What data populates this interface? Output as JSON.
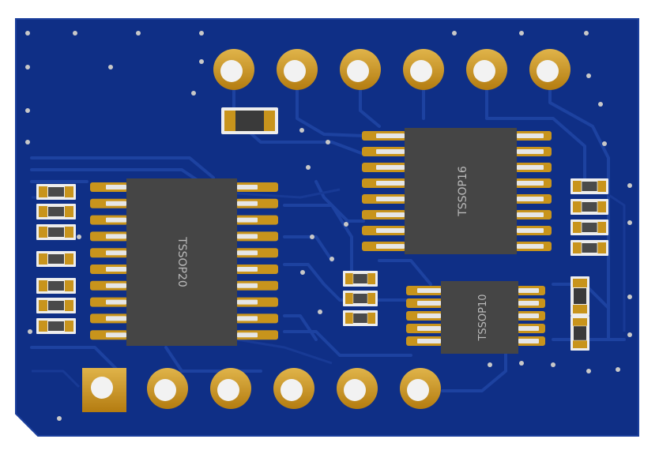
{
  "colors": {
    "background": "#ffffff",
    "board": "#0f2f86",
    "board_edge": "#1b3f9c",
    "trace": "#1c3f9d",
    "copper": "#c8941c",
    "drill": "#f2f2f2",
    "ic_body": "#454545",
    "silk": "#e8e8e8"
  },
  "chips": [
    {
      "label": "TSSOP20"
    },
    {
      "label": "TSSOP16"
    },
    {
      "label": "TSSOP10"
    }
  ],
  "header_top": {
    "pin_count": 6
  },
  "header_bottom": {
    "pin_count": 6,
    "first_pin_square": true
  }
}
